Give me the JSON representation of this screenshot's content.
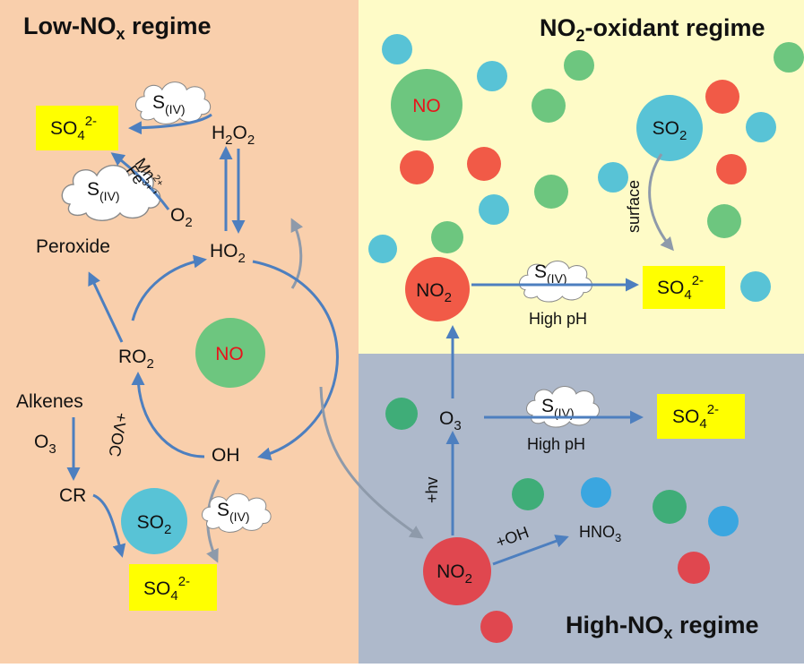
{
  "regimes": {
    "low": {
      "title_pre": "Low-NO",
      "title_sub": "x",
      "title_post": " regime",
      "bg": "#f9cfac"
    },
    "no2": {
      "title_pre": "NO",
      "title_sub": "2",
      "title_post": "-oxidant regime",
      "bg": "#fefbc7"
    },
    "high": {
      "title_pre": "High-NO",
      "title_sub": "x",
      "title_post": " regime",
      "bg": "#aeb9cb"
    }
  },
  "species": {
    "no": "NO",
    "so2_base": "SO",
    "so2_sub": "2",
    "so4_base": "SO",
    "so4_sub": "4",
    "so4_sup": "2-",
    "siv_base": "S",
    "siv_sub": "(IV)",
    "h2o2_a": "H",
    "h2o2_b": "2",
    "h2o2_c": "O",
    "h2o2_d": "2",
    "ho2_base": "HO",
    "ho2_sub": "2",
    "o2_base": "O",
    "o2_sub": "2",
    "ro2_base": "RO",
    "ro2_sub": "2",
    "oh": "OH",
    "peroxide": "Peroxide",
    "alkenes": "Alkenes",
    "o3_base": "O",
    "o3_sub": "3",
    "cr": "CR",
    "no2_base": "NO",
    "no2_sub": "2",
    "hno3_a": "HNO",
    "hno3_b": "3"
  },
  "labels": {
    "mn": "Mn",
    "mn_sup": "2+",
    "fe": "Fe",
    "fe_sup": "3+",
    "comma": ",",
    "voc": "+VOC",
    "surface": "surface",
    "high_ph": "High pH",
    "hv": "+hv",
    "plus_oh": "+OH"
  },
  "colors": {
    "arrow_blue": "#4d7fbf",
    "arrow_gray": "#8e9aaa",
    "highlight": "#ffff00",
    "no_green": "#6dc67f",
    "so2_cyan": "#58c3d6",
    "no2_red": "#f15a47",
    "no2_red_dark": "#e0474f",
    "dot_green_dark": "#3fad78",
    "dot_blue": "#3aa6e0",
    "no_text_red": "#e8131b"
  }
}
